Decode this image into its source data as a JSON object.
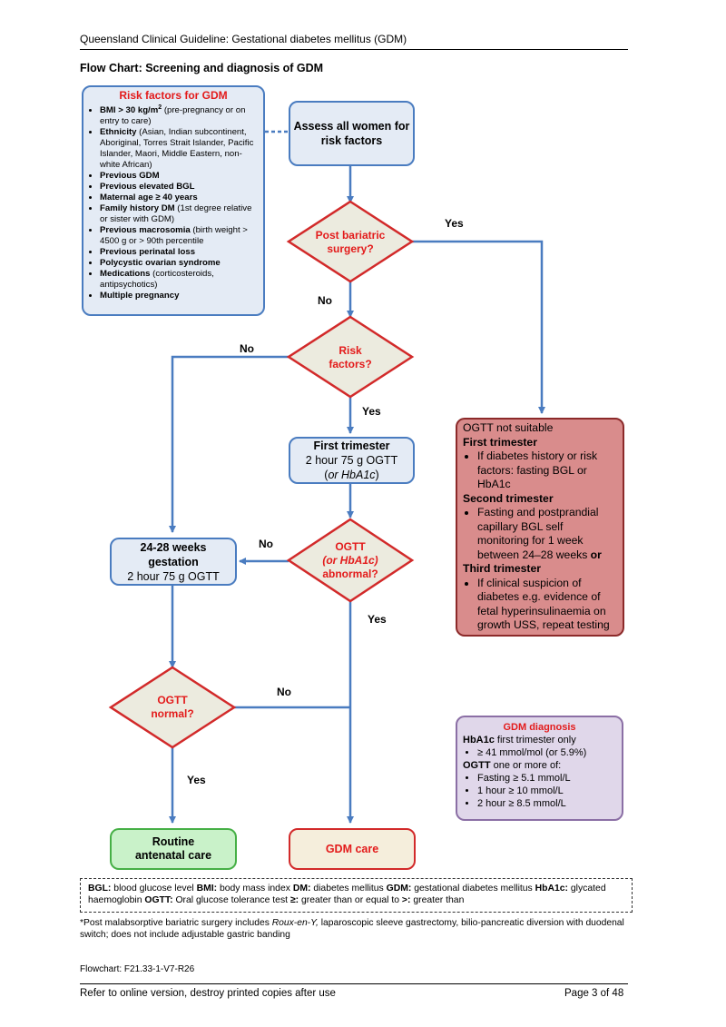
{
  "header": {
    "title": "Queensland Clinical Guideline: Gestational diabetes mellitus (GDM)"
  },
  "chart_title": "Flow Chart: Screening and diagnosis of GDM",
  "risk_factors": {
    "title": "Risk factors for GDM",
    "items": [
      {
        "bold": "BMI > 30 kg/m",
        "sup": "2",
        "rest": " (pre-pregnancy or on entry to care)"
      },
      {
        "bold": "Ethnicity",
        "sup": "",
        "rest": " (Asian, Indian subcontinent, Aboriginal, Torres Strait Islander, Pacific Islander, Maori, Middle Eastern, non-white African)"
      },
      {
        "bold": "Previous GDM",
        "sup": "",
        "rest": ""
      },
      {
        "bold": "Previous elevated BGL",
        "sup": "",
        "rest": ""
      },
      {
        "bold": "Maternal age ≥ 40 years",
        "sup": "",
        "rest": ""
      },
      {
        "bold": "Family history DM",
        "sup": "",
        "rest": " (1st degree relative or sister with GDM)"
      },
      {
        "bold": "Previous macrosomia",
        "sup": "",
        "rest": " (birth weight > 4500 g or > 90th percentile"
      },
      {
        "bold": "Previous perinatal loss",
        "sup": "",
        "rest": ""
      },
      {
        "bold": "Polycystic ovarian syndrome",
        "sup": "",
        "rest": ""
      },
      {
        "bold": "Medications",
        "sup": "",
        "rest": " (corticosteroids, antipsychotics)"
      },
      {
        "bold": "Multiple pregnancy",
        "sup": "",
        "rest": ""
      }
    ]
  },
  "assess_box": {
    "line1": "Assess all women for",
    "line2": "risk factors"
  },
  "decision_bariatric": {
    "line1": "Post bariatric",
    "line2": "surgery?"
  },
  "decision_risk": {
    "line1": "Risk",
    "line2": "factors?"
  },
  "first_trimester_box": {
    "line1": "First trimester",
    "line2": "2 hour 75 g OGTT",
    "line3_open": "(",
    "line3_italic": "or HbA1c",
    "line3_close": ")"
  },
  "decision_ogtt_abnormal": {
    "line1": "OGTT",
    "line2": "(or HbA1c)",
    "line3": "abnormal?"
  },
  "gestation_box": {
    "line1": "24-28 weeks",
    "line2": "gestation",
    "line3": "2 hour 75 g OGTT"
  },
  "decision_ogtt_normal": {
    "line1": "OGTT",
    "line2": "normal?"
  },
  "labels": {
    "yes": "Yes",
    "no": "No"
  },
  "routine_box": {
    "line1": "Routine",
    "line2": "antenatal care"
  },
  "gdm_care_box": {
    "label": "GDM care"
  },
  "ogtt_not_suitable": {
    "title": "OGTT not suitable",
    "first_head": "First trimester",
    "first_item": "If diabetes history or risk factors: fasting BGL or HbA1c",
    "second_head": "Second trimester",
    "second_item_text": "Fasting and postprandial capillary BGL self monitoring for 1 week between 24–28 weeks",
    "second_item_bold": " or",
    "third_head": "Third trimester",
    "third_item": "If clinical suspicion of diabetes e.g. evidence of fetal hyperinsulinaemia on growth USS, repeat testing"
  },
  "gdm_diagnosis": {
    "title": "GDM diagnosis",
    "hba1c_bold": "HbA1c",
    "hba1c_rest": " first trimester only",
    "hba1c_item": "≥ 41 mmol/mol (or 5.9%)",
    "ogtt_bold": "OGTT",
    "ogtt_rest": " one or more of:",
    "ogtt_items": [
      "Fasting ≥ 5.1 mmol/L",
      "1 hour ≥ 10 mmol/L",
      "2 hour ≥ 8.5 mmol/L"
    ]
  },
  "abbreviations": [
    {
      "term": "BGL:",
      "def": " blood glucose level "
    },
    {
      "term": "BMI:",
      "def": " body mass index "
    },
    {
      "term": "DM:",
      "def": " diabetes mellitus "
    },
    {
      "term": "GDM:",
      "def": " gestational diabetes mellitus "
    },
    {
      "term": "HbA1c:",
      "def": " glycated haemoglobin "
    },
    {
      "term": "OGTT:",
      "def": " Oral glucose tolerance test "
    },
    {
      "term": "≥:",
      "def": " greater than or equal to "
    },
    {
      "term": ">:",
      "def": " greater than"
    }
  ],
  "footnote": {
    "before": "*Post malabsorptive bariatric surgery includes ",
    "italic": "Roux-en-Y,",
    "after": " laparoscopic sleeve gastrectomy, bilio-pancreatic diversion with duodenal switch; does not include adjustable gastric banding"
  },
  "flowchart_id": "Flowchart: F21.33-1-V7-R26",
  "footer": {
    "left": "Refer to online version, destroy printed copies after use",
    "right": "Page 3 of 48"
  },
  "colors": {
    "blue_line": "#4a7cc0",
    "decision_fill": "#ecebdf",
    "decision_border": "#d22a2a",
    "red_text": "#e31b1b"
  }
}
